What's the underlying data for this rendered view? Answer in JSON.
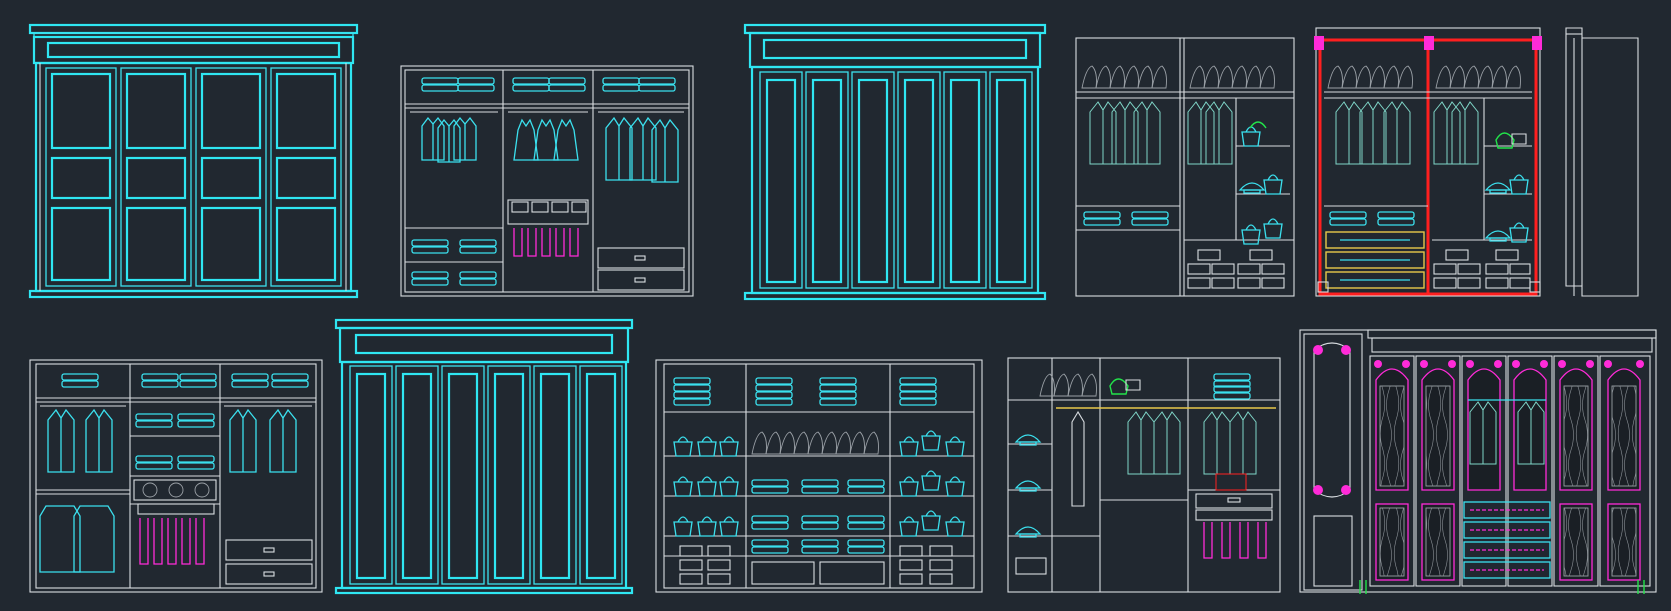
{
  "colors": {
    "background": "#212830",
    "cyan": "#3be0ee",
    "white": "#d9dde1",
    "magenta": "#ff2bd8",
    "red": "#ff1f1f",
    "teal": "#7fd6c8",
    "green": "#22e34a",
    "yellow": "#e8c84a"
  },
  "drawings": [
    {
      "id": "wardrobe-4-door-wood-panel",
      "style": "cyan doors with wood grain panels"
    },
    {
      "id": "wardrobe-interior-hanging-3-bay",
      "style": "white interior with hanging clothes"
    },
    {
      "id": "wardrobe-6-door-glass",
      "style": "cyan glass doors"
    },
    {
      "id": "wardrobe-interior-2-section",
      "style": "white interior with bags"
    },
    {
      "id": "wardrobe-interior-red-highlight",
      "style": "red highlighted frame"
    },
    {
      "id": "wardrobe-side-elevation",
      "style": "white side profile"
    },
    {
      "id": "wardrobe-interior-3-bay-shelves",
      "style": "white interior"
    },
    {
      "id": "wardrobe-6-door-glass-large",
      "style": "cyan glass doors"
    },
    {
      "id": "wardrobe-interior-4-bay-shelving",
      "style": "white shelves with folded clothes"
    },
    {
      "id": "wardrobe-interior-3-bay-hanging",
      "style": "white interior"
    },
    {
      "id": "wardrobe-ornate-6-door",
      "style": "white ornate doors with magenta ornaments"
    }
  ]
}
